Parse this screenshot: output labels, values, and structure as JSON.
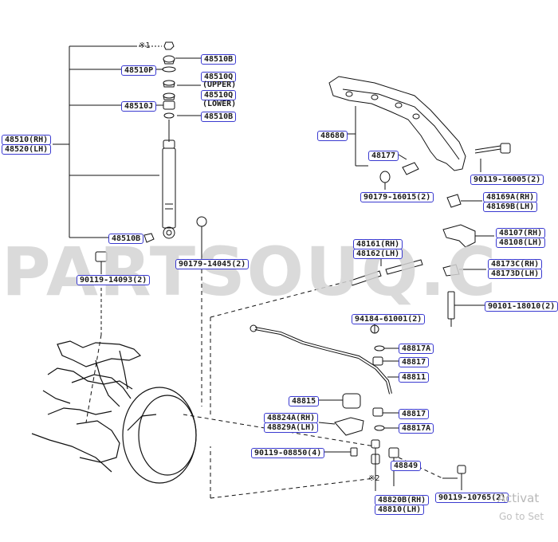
{
  "watermark": "PARTSOUQ.C",
  "activation": {
    "line1": "Activat",
    "line2": "Go to Set"
  },
  "marks": {
    "mark1": "※1",
    "mark2": "※2"
  },
  "labels": {
    "p48510b_top": "48510B",
    "p48510p": "48510P",
    "p48510q_a": "48510Q",
    "upper": "(UPPER)",
    "p48510q_b": "48510Q",
    "lower": "(LOWER)",
    "p48510j": "48510J",
    "p48510b_mid": "48510B",
    "shock_rh": "48510(RH)",
    "shock_lh": "48520(LH)",
    "p48510b_low": "48510B",
    "bolt_14093": "90119-14093(2)",
    "bush_14045": "90179-14045(2)",
    "p48680": "48680",
    "p48177": "48177",
    "bolt_16005": "90119-16005(2)",
    "bush_16015": "90179-16015(2)",
    "p48169a": "48169A(RH)",
    "p48169b": "48169B(LH)",
    "p48107": "48107(RH)",
    "p48108": "48108(LH)",
    "p48161": "48161(RH)",
    "p48162": "48162(LH)",
    "p48173c": "48173C(RH)",
    "p48173d": "48173D(LH)",
    "bolt_18010": "90101-18010(2)",
    "nut_61001": "94184-61001(2)",
    "p48817a_top": "48817A",
    "p48817_top": "48817",
    "p48811": "48811",
    "p48815": "48815",
    "p48817_low": "48817",
    "p48824a": "48824A(RH)",
    "p48829a": "48829A(LH)",
    "p48817a_low": "48817A",
    "bolt_08850": "90119-08850(4)",
    "p48849": "48849",
    "bolt_10765": "90119-10765(2)",
    "p48820b": "48820B(RH)",
    "p48810": "48810(LH)"
  }
}
